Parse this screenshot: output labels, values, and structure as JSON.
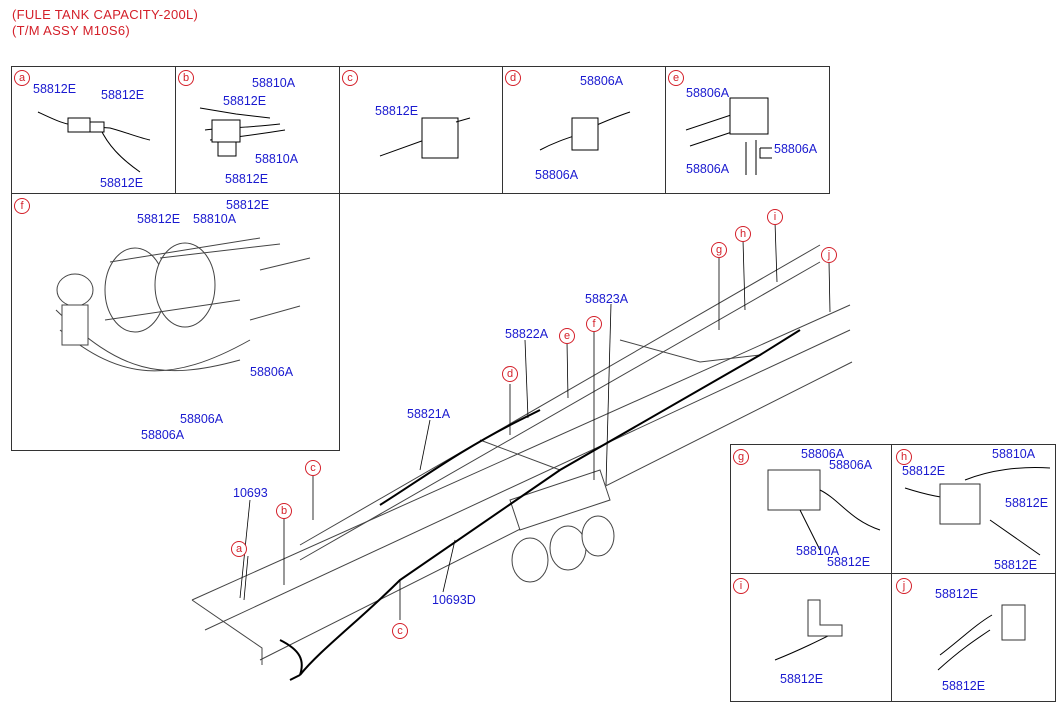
{
  "header": {
    "line1": "(FULE TANK CAPACITY-200L)",
    "line2": "(T/M ASSY M10S6)"
  },
  "panels": {
    "a": {
      "letter": "a",
      "labels": [
        "58812E",
        "58812E",
        "58812E"
      ]
    },
    "b": {
      "letter": "b",
      "labels": [
        "58810A",
        "58812E",
        "58810A",
        "58812E"
      ]
    },
    "c": {
      "letter": "c",
      "labels": [
        "58812E"
      ]
    },
    "d": {
      "letter": "d",
      "labels": [
        "58806A",
        "58806A"
      ]
    },
    "e": {
      "letter": "e",
      "labels": [
        "58806A",
        "58806A",
        "58806A"
      ]
    },
    "f": {
      "letter": "f",
      "labels": [
        "58812E",
        "58810A",
        "58812E",
        "58806A",
        "58806A",
        "58806A"
      ]
    },
    "g": {
      "letter": "g",
      "labels": [
        "58806A",
        "58806A",
        "58810A",
        "58812E"
      ]
    },
    "h": {
      "letter": "h",
      "labels": [
        "58810A",
        "58812E",
        "58812E",
        "58812E"
      ]
    },
    "i": {
      "letter": "i",
      "labels": [
        "58812E"
      ]
    },
    "j": {
      "letter": "j",
      "labels": [
        "58812E",
        "58812E"
      ]
    }
  },
  "main": {
    "labels": [
      "58823A",
      "58822A",
      "58821A",
      "10693",
      "10693D"
    ],
    "callouts": [
      "i",
      "h",
      "g",
      "j",
      "f",
      "e",
      "d",
      "c",
      "b",
      "a",
      "c"
    ]
  },
  "colors": {
    "callout": "#d4202a",
    "part_label": "#1a1ad0",
    "line": "#000000"
  }
}
